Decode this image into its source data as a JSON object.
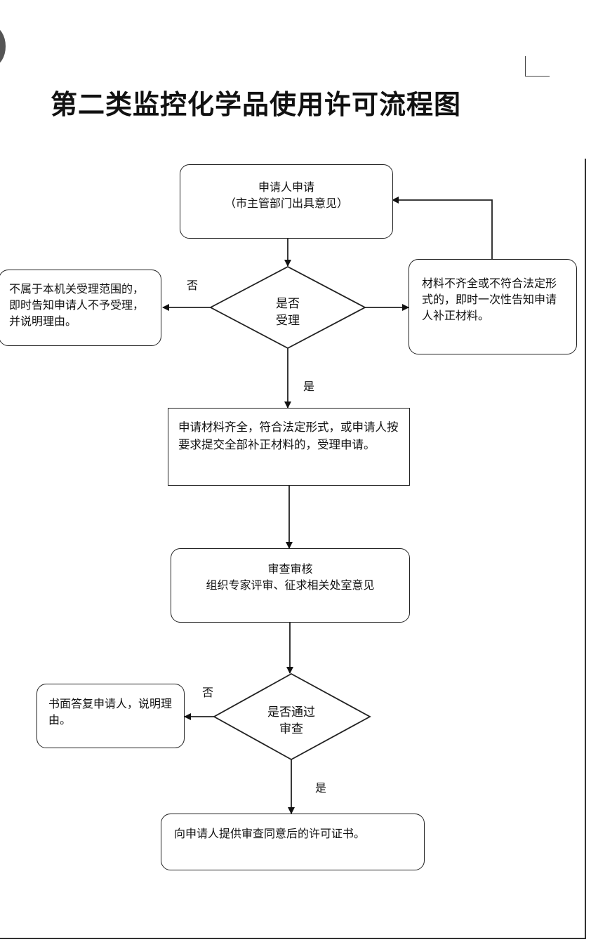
{
  "title": "第二类监控化学品使用许可流程图",
  "nodes": {
    "apply": {
      "line1": "申请人申请",
      "line2": "（市主管部门出具意见）"
    },
    "accept_decision": {
      "line1": "是否",
      "line2": "受理"
    },
    "reject_scope": {
      "text": "不属于本机关受理范围的，即时告知申请人不予受理，并说明理由。"
    },
    "supplement": {
      "text": "材料不齐全或不符合法定形式的，即时一次性告知申请人补正材料。"
    },
    "accept": {
      "text": "申请材料齐全，符合法定形式，或申请人按要求提交全部补正材料的，受理申请。"
    },
    "review": {
      "line1": "审查审核",
      "line2": "组织专家评审、征求相关处室意见"
    },
    "pass_decision": {
      "line1": "是否通过",
      "line2": "审查"
    },
    "reject_review": {
      "text": "书面答复申请人，说明理由。"
    },
    "issue": {
      "text": "向申请人提供审查同意后的许可证书。"
    }
  },
  "edge_labels": {
    "no_1": "否",
    "yes_1": "是",
    "no_2": "否",
    "yes_2": "是"
  }
}
